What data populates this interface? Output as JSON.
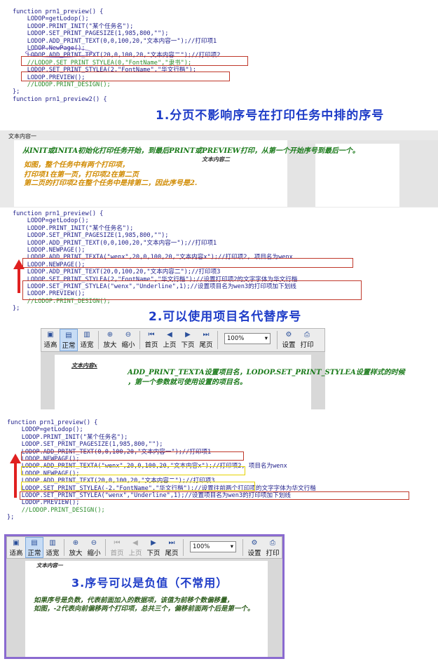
{
  "section1": {
    "code_lines": [
      {
        "text": "function prn1_preview() {",
        "color": "code"
      },
      {
        "text": "    LODOP=getLodop();",
        "color": "code"
      },
      {
        "text": "    LODOP.PRINT_INIT(\"某个任务名\");",
        "color": "code"
      },
      {
        "text": "    LODOP.SET_PRINT_PAGESIZE(1,985,800,\"\");",
        "color": "code"
      },
      {
        "text": "    LODOP.ADD_PRINT_TEXT(0,0,100,20,\"文本内容一\");//打印项1",
        "color": "code"
      },
      {
        "text": "    LODOP.NewPage();",
        "color": "code"
      },
      {
        "text": "    LODOP.ADD_PRINT_TEXT(20,0,100,20,\"文本内容二\");//打印项2",
        "color": "code"
      },
      {
        "text": "    //LODOP.SET_PRINT_STYLEA(0,\"FontName\",\"隶书\");",
        "color": "green"
      },
      {
        "text": "    LODOP.SET_PRINT_STYLEA(2,\"FontName\",\"华文行楷\");",
        "color": "code"
      },
      {
        "text": "    LODOP.PREVIEW();",
        "color": "code"
      },
      {
        "text": "    //LODOP.PRINT_DESIGN();",
        "color": "green"
      },
      {
        "text": "};",
        "color": "code"
      },
      {
        "text": "function prn1_preview2() {",
        "color": "code"
      }
    ],
    "heading": "1.分页不影响序号在打印任务中排的序号",
    "preview_tab_text": "文本内容一",
    "preview_page_text": "文本内容二",
    "note_line1": "从INIT或INITA初始化打印任务开始，到最后PRINT或PREVIEW打印，从第一个开始序号到最后一个。",
    "note_line2": "如图，整个任务中有两个打印项，",
    "note_line3": "打印项1在第一页，打印项2在第二页",
    "note_line4": "第二页的打印项2在整个任务中是排第二，因此序号是2."
  },
  "section2": {
    "code_lines": [
      {
        "text": "function prn1_preview() {",
        "color": "code"
      },
      {
        "text": "    LODOP=getLodop();",
        "color": "code"
      },
      {
        "text": "    LODOP.PRINT_INIT(\"某个任务名\");",
        "color": "code"
      },
      {
        "text": "    LODOP.SET_PRINT_PAGESIZE(1,985,800,\"\");",
        "color": "code"
      },
      {
        "text": "    LODOP.ADD_PRINT_TEXT(0,0,100,20,\"文本内容一\");//打印项1",
        "color": "code"
      },
      {
        "text": "    LODOP.NEWPAGE();",
        "color": "code"
      },
      {
        "text": "    LODOP.ADD_PRINT_TEXTA(\"wenx\",20,0,100,20,\"文本内容x\");//打印项2, 项目名为wenx",
        "color": "code"
      },
      {
        "text": "    LODOP.NEWPAGE();",
        "color": "code"
      },
      {
        "text": "    LODOP.ADD_PRINT_TEXT(20,0,100,20,\"文本内容二\");//打印项3",
        "color": "code"
      },
      {
        "text": "    LODOP.SET_PRINT_STYLEA(2,\"FontName\",\"华文行楷\");//设置打印项2的文字字体为华文行楷",
        "color": "code"
      },
      {
        "text": "    LODOP.SET_PRINT_STYLEA(\"wenx\",\"Underline\",1);//设置项目名为wen3的打印项加下划线",
        "color": "code"
      },
      {
        "text": "    LODOP.PREVIEW();",
        "color": "code"
      },
      {
        "text": "    //LODOP.PRINT_DESIGN();",
        "color": "green"
      },
      {
        "text": "};",
        "color": "code"
      }
    ],
    "heading": "2.可以使用项目名代替序号",
    "toolbar": {
      "buttons_left": [
        {
          "label": "适高",
          "icon": "fit-height-icon",
          "glyph": "▣",
          "active": false,
          "disabled": false
        },
        {
          "label": "正常",
          "icon": "normal-size-icon",
          "glyph": "▤",
          "active": true,
          "disabled": false
        },
        {
          "label": "适宽",
          "icon": "fit-width-icon",
          "glyph": "▥",
          "active": false,
          "disabled": false
        }
      ],
      "buttons_zoom": [
        {
          "label": "放大",
          "icon": "zoom-in-icon",
          "glyph": "⊕",
          "active": false,
          "disabled": false
        },
        {
          "label": "缩小",
          "icon": "zoom-out-icon",
          "glyph": "⊖",
          "active": false,
          "disabled": false
        }
      ],
      "buttons_nav": [
        {
          "label": "首页",
          "icon": "first-page-icon",
          "glyph": "⏮",
          "active": false,
          "disabled": false
        },
        {
          "label": "上页",
          "icon": "prev-page-icon",
          "glyph": "◀",
          "active": false,
          "disabled": false
        },
        {
          "label": "下页",
          "icon": "next-page-icon",
          "glyph": "▶",
          "active": false,
          "disabled": false
        },
        {
          "label": "尾页",
          "icon": "last-page-icon",
          "glyph": "⏭",
          "active": false,
          "disabled": false
        }
      ],
      "zoom_value": "100%",
      "buttons_right": [
        {
          "label": "设置",
          "icon": "settings-icon",
          "glyph": "⚙",
          "active": false,
          "disabled": false
        },
        {
          "label": "打印",
          "icon": "printer-icon",
          "glyph": "⎙",
          "active": false,
          "disabled": false
        }
      ]
    },
    "preview_page_text": "文本内容x",
    "note_line1": "ADD_PRINT_TEXTA设置项目名，LODOP.SET_PRINT_STYLEA设置样式的时候",
    "note_line2": "，第一个参数就可使用设置的项目名。"
  },
  "section3": {
    "code_lines": [
      {
        "text": "function prn1_preview() {",
        "color": "code"
      },
      {
        "text": "    LODOP=getLodop();",
        "color": "code"
      },
      {
        "text": "    LODOP.PRINT_INIT(\"某个任务名\");",
        "color": "code"
      },
      {
        "text": "    LODOP.SET_PRINT_PAGESIZE(1,985,800,\"\");",
        "color": "code"
      },
      {
        "text": "    LODOP.ADD_PRINT_TEXT(0,0,100,20,\"文本内容一\");//打印项1",
        "color": "code"
      },
      {
        "text": "    LODOP.NEWPAGE();",
        "color": "code"
      },
      {
        "text": "    LODOP.ADD_PRINT_TEXTA(\"wenx\",20,0,100,20,\"文本内容x\");//打印项2, 项目名为wenx",
        "color": "code"
      },
      {
        "text": "    LODOP.NEWPAGE();",
        "color": "code"
      },
      {
        "text": "    LODOP.ADD_PRINT_TEXT(20,0,100,20,\"文本内容二\");//打印项3",
        "color": "code"
      },
      {
        "text": "    LODOP.SET_PRINT_STYLEA(-2,\"FontName\",\"华文行楷\");//设置往前两个打印项的文字字体为华文行楷",
        "color": "code"
      },
      {
        "text": "    LODOP.SET_PRINT_STYLEA(\"wenx\",\"Underline\",1);//设置项目名为wen3的打印项加下划线",
        "color": "code"
      },
      {
        "text": "    LODOP.PREVIEW();",
        "color": "code"
      },
      {
        "text": "    //LODOP.PRINT_DESIGN();",
        "color": "green"
      },
      {
        "text": "};",
        "color": "code"
      }
    ],
    "heading": "3.序号可以是负值（不常用）",
    "toolbar": {
      "buttons_left": [
        {
          "label": "适高",
          "icon": "fit-height-icon",
          "glyph": "▣",
          "active": false,
          "disabled": false
        },
        {
          "label": "正常",
          "icon": "normal-size-icon",
          "glyph": "▤",
          "active": true,
          "disabled": false
        },
        {
          "label": "适宽",
          "icon": "fit-width-icon",
          "glyph": "▥",
          "active": false,
          "disabled": false
        }
      ],
      "buttons_zoom": [
        {
          "label": "放大",
          "icon": "zoom-in-icon",
          "glyph": "⊕",
          "active": false,
          "disabled": false
        },
        {
          "label": "缩小",
          "icon": "zoom-out-icon",
          "glyph": "⊖",
          "active": false,
          "disabled": false
        }
      ],
      "buttons_nav": [
        {
          "label": "首页",
          "icon": "first-page-icon",
          "glyph": "⏮",
          "active": false,
          "disabled": true
        },
        {
          "label": "上页",
          "icon": "prev-page-icon",
          "glyph": "◀",
          "active": false,
          "disabled": true
        },
        {
          "label": "下页",
          "icon": "next-page-icon",
          "glyph": "▶",
          "active": false,
          "disabled": false
        },
        {
          "label": "尾页",
          "icon": "last-page-icon",
          "glyph": "⏭",
          "active": false,
          "disabled": false
        }
      ],
      "zoom_value": "100%",
      "buttons_right": [
        {
          "label": "设置",
          "icon": "settings-icon",
          "glyph": "⚙",
          "active": false,
          "disabled": false
        },
        {
          "label": "打印",
          "icon": "printer-icon",
          "glyph": "⎙",
          "active": false,
          "disabled": false
        }
      ]
    },
    "preview_page_text": "文本内容一",
    "note_line1": "如果序号是负数，代表前面加入的数据项，该值为前移个数偏移量，",
    "note_line2": "如图，-2代表向前偏移两个打印项，总共三个，偏移前面两个后是第一个。"
  },
  "colors": {
    "heading": "#1e3cc8",
    "note_green": "#1a7a1a",
    "note_orange": "#d08a00",
    "note_darkgreen": "#2e5e1e",
    "red_box": "#c0392b",
    "arrow": "#e02020",
    "yellow_box": "#e6d200",
    "purple_frame": "#8a6ad0"
  }
}
